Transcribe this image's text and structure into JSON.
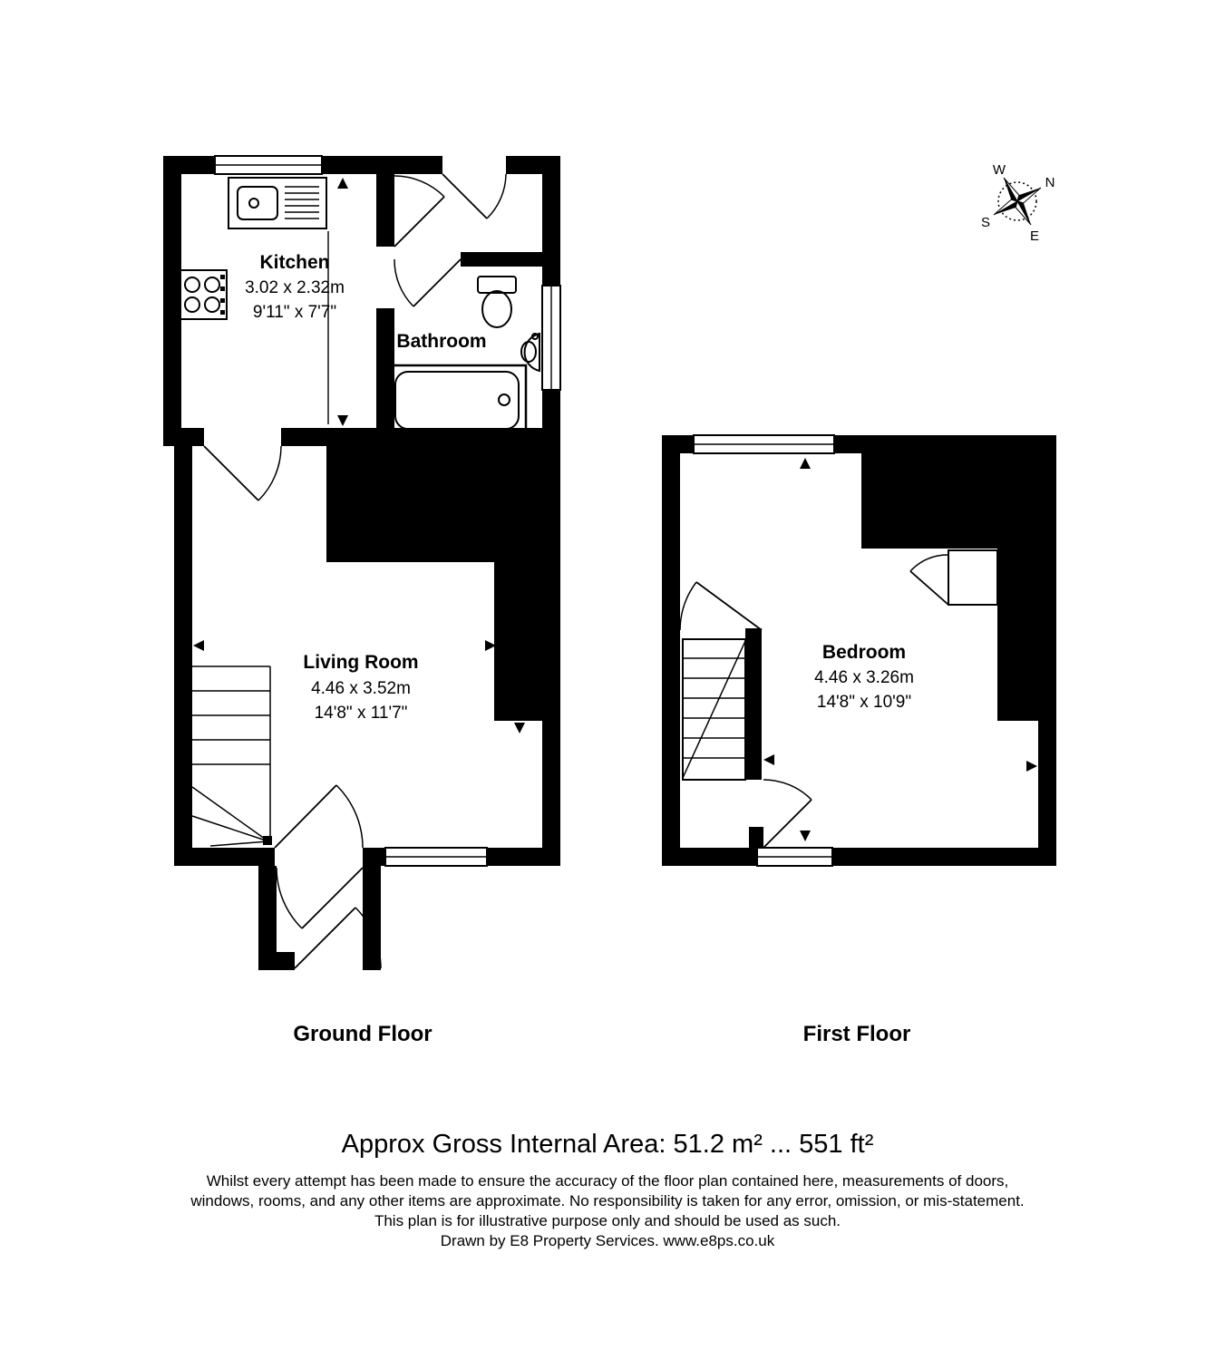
{
  "ground_floor": {
    "label": "Ground Floor",
    "rooms": {
      "kitchen": {
        "name": "Kitchen",
        "metric": "3.02 x 2.32m",
        "imperial": "9'11\" x 7'7\""
      },
      "bathroom": {
        "name": "Bathroom"
      },
      "living_room": {
        "name": "Living Room",
        "metric": "4.46 x 3.52m",
        "imperial": "14'8\" x 11'7\""
      }
    }
  },
  "first_floor": {
    "label": "First Floor",
    "rooms": {
      "bedroom": {
        "name": "Bedroom",
        "metric": "4.46 x 3.26m",
        "imperial": "14'8\" x 10'9\""
      }
    }
  },
  "compass": {
    "n": "N",
    "s": "S",
    "e": "E",
    "w": "W"
  },
  "footer": {
    "area": "Approx Gross Internal Area: 51.2 m² ... 551 ft²",
    "disclaimer_lines": [
      "Whilst every attempt has been made to ensure the accuracy of the floor plan contained here, measurements of doors,",
      "windows, rooms, and any other items are approximate. No responsibility is taken for any error, omission, or mis-statement.",
      "This plan is for illustrative purpose only and should be used as such.",
      "Drawn by E8 Property Services. www.e8ps.co.uk"
    ]
  },
  "colors": {
    "ink": "#000000",
    "paper": "#ffffff"
  }
}
